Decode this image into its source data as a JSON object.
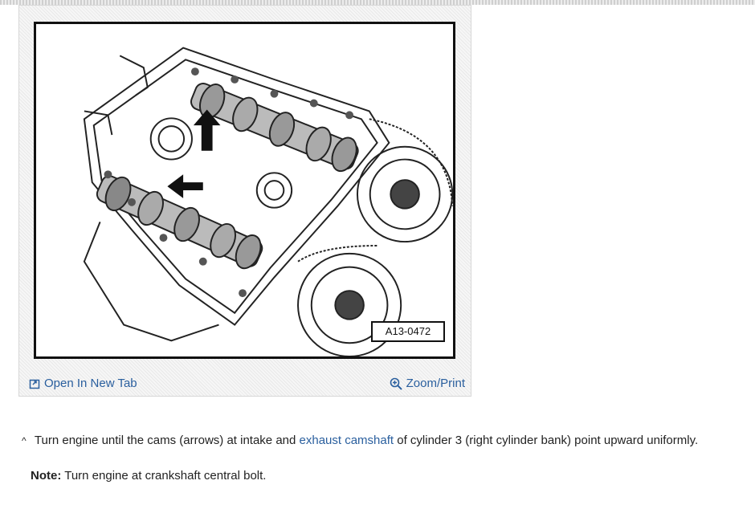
{
  "figure": {
    "label": "A13-0472",
    "open_tab_label": "Open In New Tab",
    "zoom_print_label": "Zoom/Print"
  },
  "step": {
    "marker": "^",
    "text_before": "Turn engine until the cams (arrows) at intake and ",
    "link_text": "exhaust camshaft",
    "text_after": " of cylinder 3 (right cylinder bank) point upward uniformly."
  },
  "note": {
    "label": "Note:",
    "text": " Turn engine at crankshaft central bolt."
  },
  "colors": {
    "link": "#2a5f9e",
    "text": "#222222"
  }
}
